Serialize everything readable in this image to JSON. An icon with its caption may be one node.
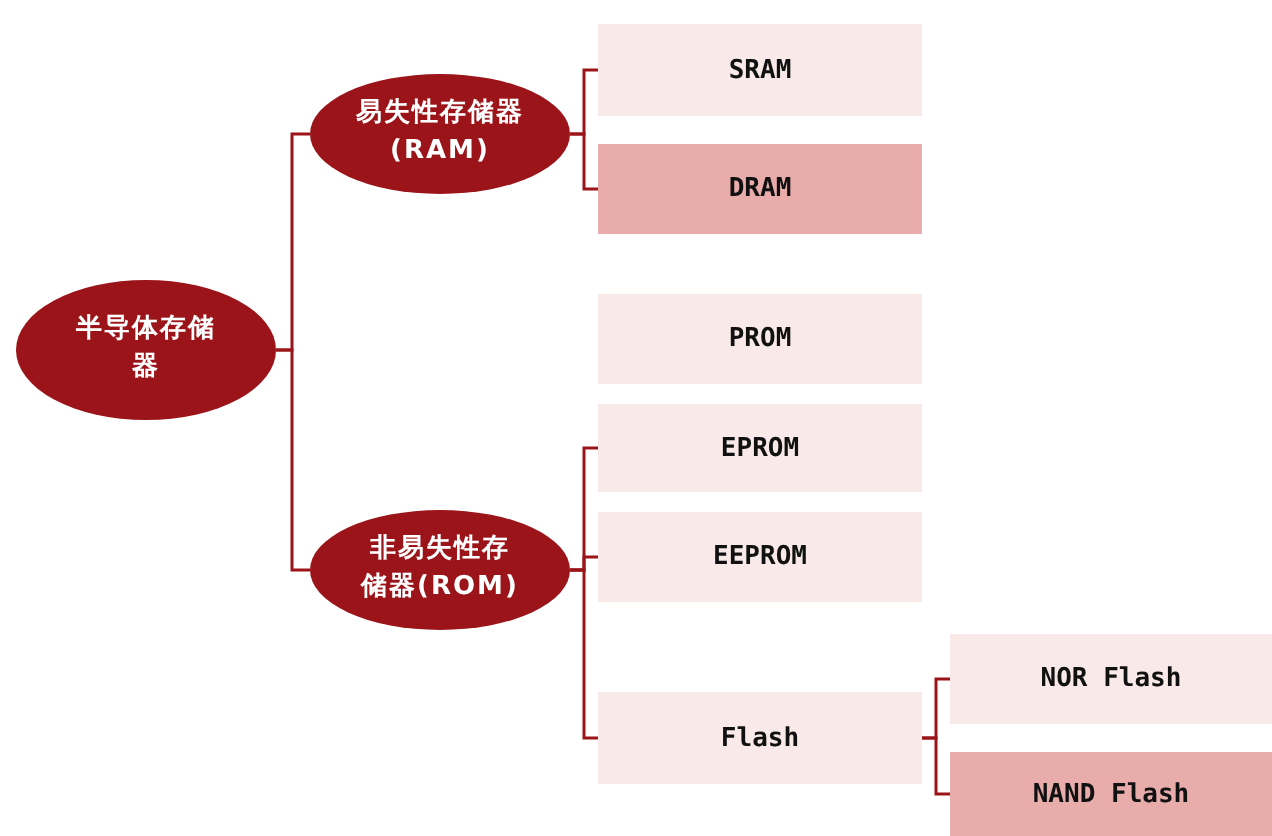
{
  "diagram": {
    "nodes": [
      {
        "text": [
          "半导体存储器"
        ]
      },
      {
        "text": [
          "易失性存储器(RAM)"
        ]
      },
      {
        "text": [
          "SRAM"
        ]
      },
      {
        "text": [
          "DRAM"
        ]
      },
      {
        "text": [
          "非易失性存储器(ROM)"
        ]
      },
      {
        "text": [
          "PROM"
        ]
      },
      {
        "text": [
          "EPROM"
        ]
      },
      {
        "text": [
          "EEPROM"
        ]
      },
      {
        "text": [
          "Flash"
        ]
      },
      {
        "text": [
          "NOR Flash"
        ]
      },
      {
        "text": [
          "NAND Flash"
        ]
      }
    ],
    "edges": [
      {
        "from": 0,
        "to": 1,
        "arrow": "none"
      },
      {
        "from": 0,
        "to": 4,
        "arrow": "none"
      },
      {
        "from": 1,
        "to": 2,
        "arrow": "none"
      },
      {
        "from": 1,
        "to": 3,
        "arrow": "none"
      },
      {
        "from": 4,
        "to": 6,
        "arrow": "none"
      },
      {
        "from": 4,
        "to": 7,
        "arrow": "none"
      },
      {
        "from": 4,
        "to": 8,
        "arrow": "none"
      },
      {
        "from": 8,
        "to": 9,
        "arrow": "none"
      },
      {
        "from": 8,
        "to": 10,
        "arrow": "none"
      }
    ]
  }
}
